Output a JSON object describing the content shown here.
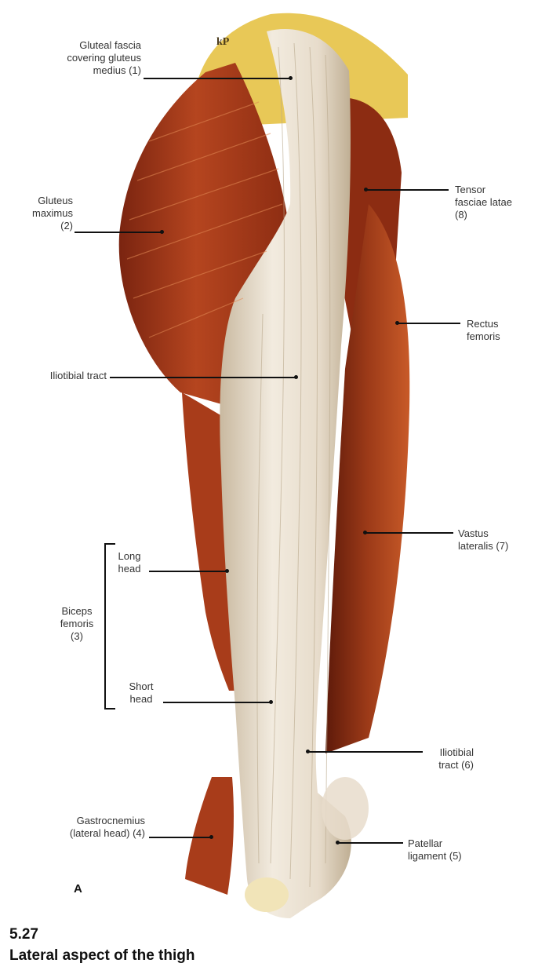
{
  "figure": {
    "number": "5.27",
    "title": "Lateral aspect of the thigh",
    "panel": "A",
    "artist_initials": "kP"
  },
  "labels": {
    "gluteal_fascia": [
      "Gluteal fascia",
      "covering gluteus",
      "medius (1)"
    ],
    "gluteus_maximus": [
      "Gluteus",
      "maximus",
      "(2)"
    ],
    "iliotibial_tract_upper": "Iliotibial tract",
    "long_head": [
      "Long",
      "head"
    ],
    "biceps_femoris": [
      "Biceps",
      "femoris",
      "(3)"
    ],
    "short_head": [
      "Short",
      "head"
    ],
    "gastrocnemius": [
      "Gastrocnemius",
      "(lateral head) (4)"
    ],
    "tensor_fasciae_latae": [
      "Tensor",
      "fasciae latae",
      "(8)"
    ],
    "rectus_femoris": [
      "Rectus",
      "femoris"
    ],
    "vastus_lateralis": [
      "Vastus",
      "lateralis (7)"
    ],
    "iliotibial_tract_lower": [
      "Iliotibial",
      "tract (6)"
    ],
    "patellar_ligament": [
      "Patellar",
      "ligament (5)"
    ]
  },
  "colors": {
    "muscle_dark": "#7a2410",
    "muscle": "#b5451f",
    "muscle_light": "#d9703a",
    "fascia": "#ece3d4",
    "fascia_shadow": "#c9b9a0",
    "fat": "#e8c857",
    "leader": "#111111"
  }
}
